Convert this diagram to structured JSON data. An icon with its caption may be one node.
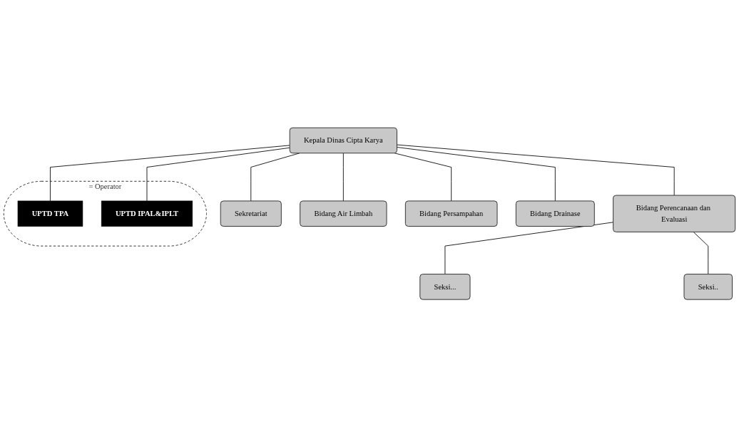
{
  "diagram": {
    "nodes": [
      {
        "text": [
          "Kepala Dinas Cipta Karya"
        ]
      },
      {
        "text": [
          "Sekretariat"
        ]
      },
      {
        "text": [
          "Bidang Perencanaan dan Evaluasi"
        ]
      },
      {
        "text": [
          "Bidang Air Limbah"
        ]
      },
      {
        "text": [
          "Bidang Persampahan"
        ]
      },
      {
        "text": [
          "Bidang Drainase"
        ]
      },
      {
        "text": [
          "Seksi..."
        ]
      },
      {
        "text": [
          "Seksi.."
        ]
      },
      {
        "text": [],
        "shape": "ellipse",
        "beside": [
          "= Operator"
        ]
      },
      {
        "text": [
          "UPTD TPA"
        ],
        "in": 8
      },
      {
        "text": [
          "UPTD IPAL&IPLT"
        ],
        "in": 8
      }
    ],
    "edges": [
      {
        "from": 0,
        "to": 1,
        "arrow": "none"
      },
      {
        "from": 0,
        "to": 2,
        "arrow": "none"
      },
      {
        "from": 0,
        "to": 3,
        "arrow": "none"
      },
      {
        "from": 0,
        "to": 4,
        "arrow": "none"
      },
      {
        "from": 0,
        "to": 5,
        "arrow": "none"
      },
      {
        "from": 2,
        "to": 6,
        "arrow": "none"
      },
      {
        "from": 2,
        "to": 7,
        "arrow": "none"
      },
      {
        "from": 0,
        "to": 9,
        "arrow": "none"
      },
      {
        "from": 0,
        "to": 10,
        "arrow": "none"
      }
    ]
  }
}
